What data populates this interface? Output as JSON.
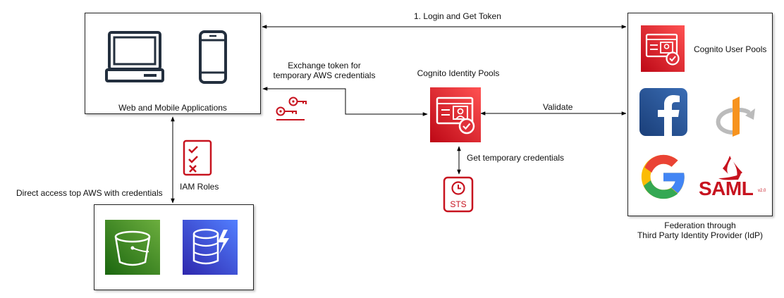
{
  "app_box": {
    "label": "Web and Mobile Applications"
  },
  "edges": {
    "login": "1. Login and Get Token",
    "exchange_line1": "Exchange token for",
    "exchange_line2": "temporary AWS credentials",
    "validate": "Validate",
    "get_temp": "Get temporary credentials",
    "direct_access": "Direct access top AWS with credentials"
  },
  "cognito_identity_pools": {
    "label": "Cognito Identity Pools"
  },
  "iam_roles": {
    "label": "IAM Roles"
  },
  "sts": {
    "label": "STS"
  },
  "federation": {
    "user_pools_label": "Cognito User Pools",
    "caption_line1": "Federation through",
    "caption_line2": "Third Party Identity Provider (IdP)",
    "saml_text": "SAML",
    "saml_version": "v2.0"
  },
  "icons": {
    "desktop": "desktop-icon",
    "mobile": "mobile-phone-icon",
    "keys": "keys-icon",
    "identity_pool": "cognito-identity-pool-icon",
    "iam_checklist": "iam-roles-checklist-icon",
    "sts": "sts-icon",
    "user_pool": "cognito-user-pool-icon",
    "facebook": "facebook-icon",
    "openid": "openid-icon",
    "google": "google-icon",
    "saml": "saml-icon",
    "s3": "s3-bucket-icon",
    "dynamodb": "dynamodb-icon"
  },
  "colors": {
    "aws_red": "#C7131F",
    "s3_green": "#3F8624",
    "dynamodb_blue": "#3B48CC",
    "facebook_blue": "#1A4E8F"
  }
}
